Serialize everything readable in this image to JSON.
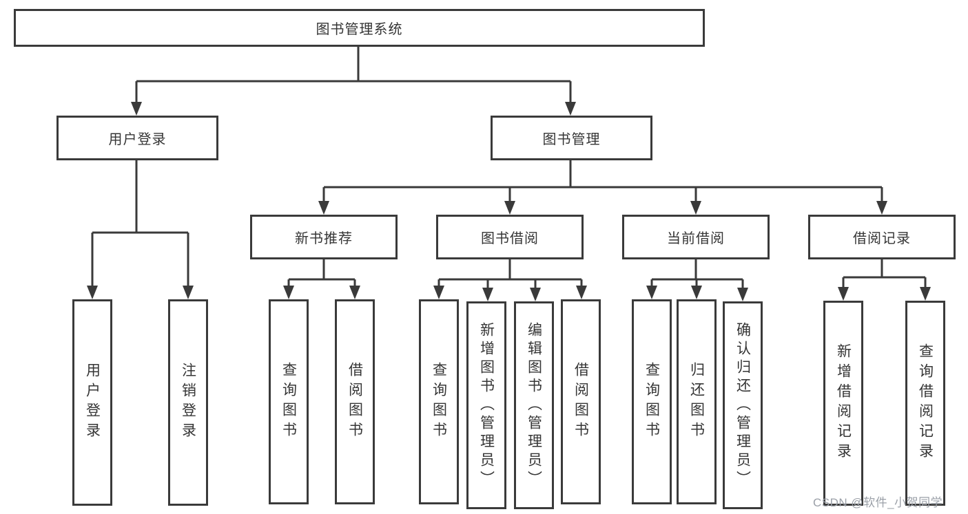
{
  "colors": {
    "line": "#3a3a3a",
    "box_border": "#3a3a3a",
    "text": "#353535",
    "background": "#ffffff",
    "watermark": "#9ba0a8"
  },
  "tree": {
    "root": {
      "label": "图书管理系统"
    },
    "branches": [
      {
        "label": "用户登录",
        "children": [
          {
            "label": "用户登录"
          },
          {
            "label": "注销登录"
          }
        ]
      },
      {
        "label": "图书管理",
        "children": [
          {
            "label": "新书推荐",
            "children": [
              {
                "label": "查询图书"
              },
              {
                "label": "借阅图书"
              }
            ]
          },
          {
            "label": "图书借阅",
            "children": [
              {
                "label": "查询图书"
              },
              {
                "label": "新增图书（管理员）"
              },
              {
                "label": "编辑图书（管理员）"
              },
              {
                "label": "借阅图书"
              }
            ]
          },
          {
            "label": "当前借阅",
            "children": [
              {
                "label": "查询图书"
              },
              {
                "label": "归还图书"
              },
              {
                "label": "确认归还（管理员）"
              }
            ]
          },
          {
            "label": "借阅记录",
            "children": [
              {
                "label": "新增借阅记录"
              },
              {
                "label": "查询借阅记录"
              }
            ]
          }
        ]
      }
    ]
  },
  "watermark": {
    "text": "CSDN @软件_小贺同学"
  }
}
